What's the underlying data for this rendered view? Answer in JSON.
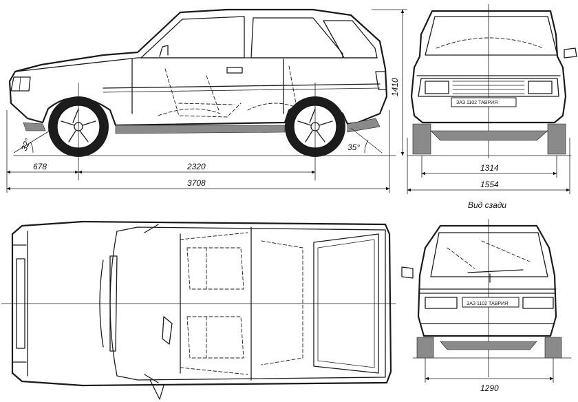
{
  "dimensions": {
    "front_overhang": "678",
    "wheelbase": "2320",
    "overall_length": "3708",
    "height": "1410",
    "track_front": "1314",
    "overall_width": "1554",
    "track_rear": "1290"
  },
  "angles": {
    "approach": "32°",
    "departure": "35°"
  },
  "plates": {
    "front": "ЗАЗ 1102 ТАВРИЯ",
    "rear": "ЗАЗ 1102 ТАВРИЯ"
  },
  "captions": {
    "rear_view": "Вид сзади"
  }
}
